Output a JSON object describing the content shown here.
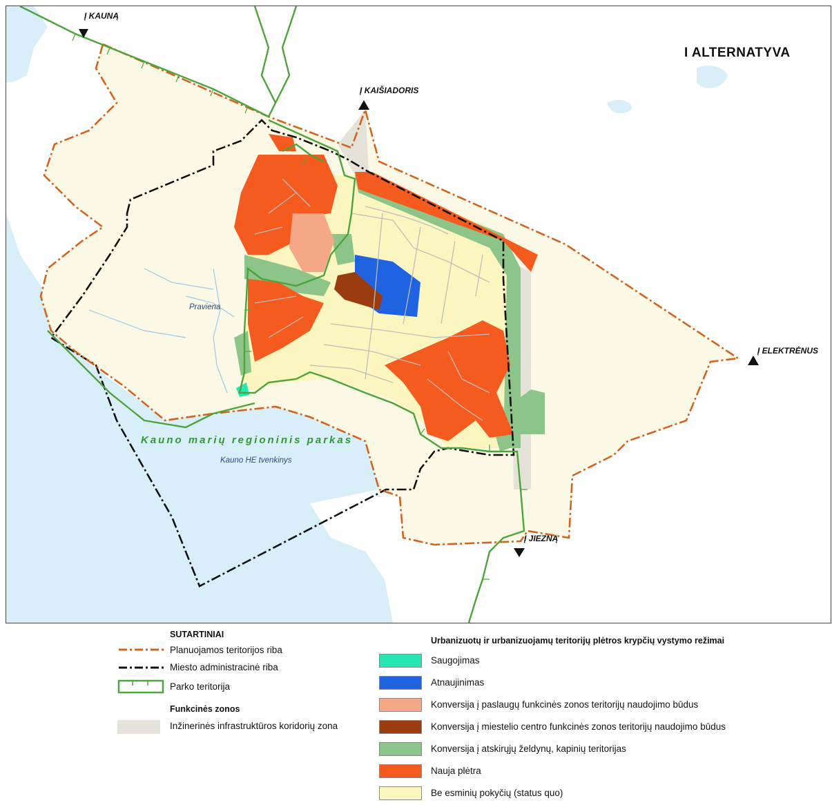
{
  "map": {
    "title": "I ALTERNATYVA",
    "directions": {
      "kauna": "Į KAUNĄ",
      "kaisiadoris": "Į KAIŠIADORIS",
      "elektrenus": "Į ELEKTRĖNUS",
      "jiezna": "Į JIEZNĄ"
    },
    "places": {
      "praviena": "Praviena",
      "reservoir": "Kauno HE tvenkinys",
      "park": "Kauno marių regioninis parkas"
    },
    "colors": {
      "background": "#fbf8e6",
      "water": "#d8eef8",
      "planned_boundary": "#d2641e",
      "admin_boundary": "#111111",
      "park_boundary": "#4ca43a",
      "corridor": "#e5e2da",
      "saugojimas": "#27e6b4",
      "atnaujinimas": "#1f63e0",
      "konversija_paslaugu": "#f4a887",
      "konversija_centro": "#9b3b10",
      "konversija_zeldynu": "#8dc48a",
      "nauja_pletra": "#f55a1e",
      "status_quo": "#fbf5c0"
    }
  },
  "legend": {
    "heading": "SUTARTINIAI",
    "lines": [
      {
        "label": "Planuojamos teritorijos riba"
      },
      {
        "label": "Miesto administracinė riba"
      },
      {
        "label": "Parko teritorija"
      }
    ],
    "functional_heading": "Funkcinės zonos",
    "corridor_label": "Inžinerinės infrastruktūros koridorių zona",
    "regimes_heading": "Urbanizuotų ir urbanizuojamų teritorijų plėtros krypčių vystymo  režimai",
    "regimes": [
      {
        "label": "Saugojimas",
        "color": "#27e6b4"
      },
      {
        "label": "Atnaujinimas",
        "color": "#1f63e0"
      },
      {
        "label": "Konversija į paslaugų funkcinės zonos teritorijų naudojimo būdus",
        "color": "#f4a887"
      },
      {
        "label": "Konversija į miestelio centro funkcinės zonos teritorijų naudojimo būdus",
        "color": "#9b3b10"
      },
      {
        "label": "Konversija į atskirųjų želdynų, kapinių teritorijas",
        "color": "#8dc48a"
      },
      {
        "label": "Nauja plėtra",
        "color": "#f55a1e"
      },
      {
        "label": "Be esminių pokyčių (status quo)",
        "color": "#fbf5c0"
      }
    ]
  }
}
